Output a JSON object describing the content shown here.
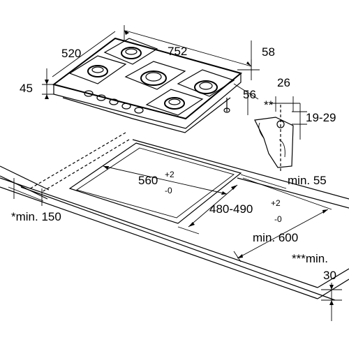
{
  "diagram": {
    "labels": {
      "width_total": "752",
      "depth_total": "520",
      "height_top": "45",
      "edge_right_top": "58",
      "edge_right_mid": "56",
      "detail_width": "26",
      "detail_mark": "**",
      "detail_height": "19-29",
      "cutout_width": "560",
      "cutout_width_tol_plus": "+2",
      "cutout_width_tol_minus": "-0",
      "cutout_depth": "480-490",
      "cutout_depth_tol_plus": "+2",
      "cutout_depth_tol_minus": "-0",
      "min_back": "min. 55",
      "min_front": "min. 600",
      "min_side": "*min. 150",
      "min_wall_line1": "***min.",
      "min_wall_line2": "30"
    }
  }
}
